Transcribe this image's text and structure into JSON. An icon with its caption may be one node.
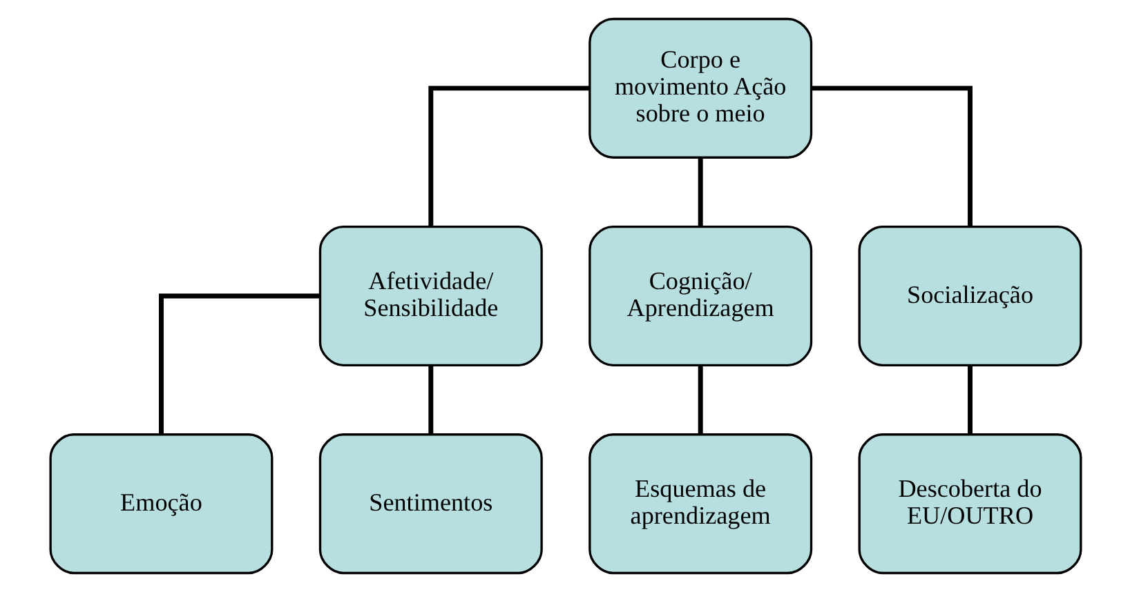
{
  "diagram": {
    "nodes": [
      {
        "text": [
          "Corpo e movimento Ação sobre o meio"
        ]
      },
      {
        "text": [
          "Afetividade/ Sensibilidade"
        ]
      },
      {
        "text": [
          "Cognição/ Aprendizagem"
        ]
      },
      {
        "text": [
          "Socialização"
        ]
      },
      {
        "text": [
          "Emoção"
        ]
      },
      {
        "text": [
          "Sentimentos"
        ]
      },
      {
        "text": [
          "Esquemas de aprendizagem"
        ]
      },
      {
        "text": [
          "Descoberta do EU/OUTRO"
        ]
      }
    ],
    "edges": [
      {
        "from": 0,
        "to": 1,
        "arrow": "none"
      },
      {
        "from": 0,
        "to": 2,
        "arrow": "none"
      },
      {
        "from": 0,
        "to": 3,
        "arrow": "none"
      },
      {
        "from": 1,
        "to": 4,
        "arrow": "none"
      },
      {
        "from": 1,
        "to": 5,
        "arrow": "none"
      },
      {
        "from": 2,
        "to": 6,
        "arrow": "none"
      },
      {
        "from": 3,
        "to": 7,
        "arrow": "none"
      }
    ]
  }
}
